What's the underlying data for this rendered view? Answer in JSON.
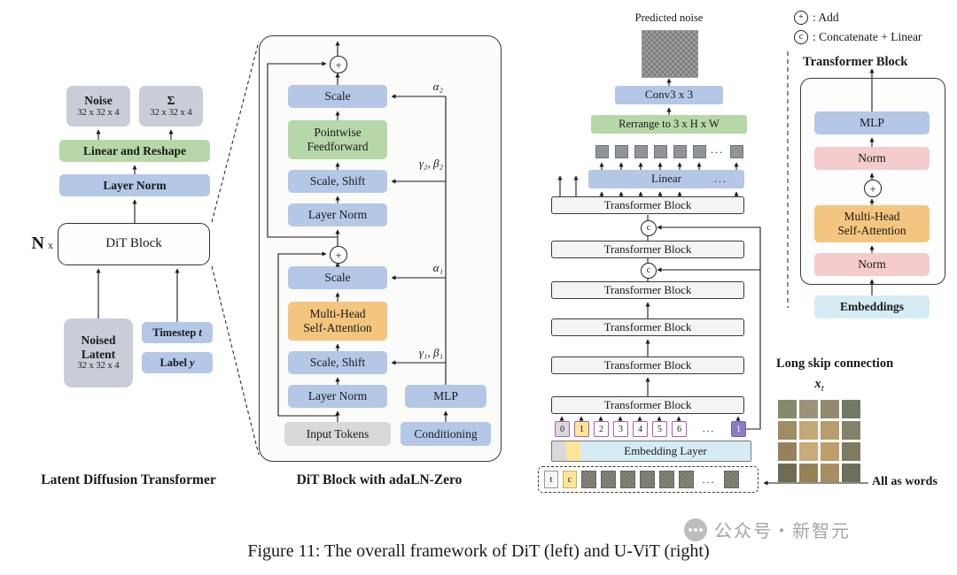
{
  "icons": {
    "add": "+",
    "concat": "c"
  },
  "left": {
    "noise_title": "Noise",
    "noise_dims": "32 x 32 x 4",
    "sigma_title": "Σ",
    "sigma_dims": "32 x 32 x 4",
    "linear_reshape": "Linear and Reshape",
    "layer_norm": "Layer Norm",
    "repeat_n": "N",
    "repeat_x": "x",
    "dit_block": "DiT Block",
    "noised_line1": "Noised",
    "noised_line2": "Latent",
    "noised_dims": "32 x 32 x 4",
    "timestep_label": "Timestep",
    "timestep_var": "t",
    "label_label": "Label",
    "label_var": "y",
    "caption": "Latent Diffusion Transformer"
  },
  "dit": {
    "scale_top": "Scale",
    "alpha2": "α₂",
    "pff1": "Pointwise",
    "pff2": "Feedforward",
    "scale_shift_top": "Scale, Shift",
    "gamma_beta2": "γ₂, β₂",
    "layer_norm_top": "Layer Norm",
    "scale_bottom": "Scale",
    "alpha1": "α₁",
    "mhsa1": "Multi-Head",
    "mhsa2": "Self-Attention",
    "scale_shift_bottom": "Scale, Shift",
    "gamma_beta1": "γ₁, β₁",
    "layer_norm_bottom": "Layer Norm",
    "input_tokens": "Input Tokens",
    "mlp": "MLP",
    "conditioning": "Conditioning",
    "caption": "DiT Block with adaLN-Zero"
  },
  "uvit": {
    "predicted_noise": "Predicted noise",
    "conv": "Conv3 x 3",
    "rerrange": "Rerrange to 3 x H x W",
    "linear": "Linear",
    "ellipsis": "...",
    "transformer_block": "Transformer Block",
    "tokens": [
      "0",
      "1",
      "2",
      "3",
      "4",
      "5",
      "6",
      "...",
      "1"
    ],
    "embedding_layer": "Embedding Layer",
    "input_t": "t",
    "input_c": "c",
    "long_skip_label": "Long skip connection",
    "xt_base": "x",
    "xt_sub": "t",
    "all_as_words": "All as words"
  },
  "legend": {
    "add_text": ": Add",
    "concat_text": ": Concatenate + Linear"
  },
  "right": {
    "title": "Transformer Block",
    "mlp": "MLP",
    "norm_top": "Norm",
    "mhsa1": "Multi-Head",
    "mhsa2": "Self-Attention",
    "norm_bottom": "Norm",
    "embeddings": "Embeddings"
  },
  "figure_caption": "Figure 11: The overall framework of DiT (left) and U-ViT (right)",
  "watermark": "公众号・新智元",
  "colors": {
    "blue": "#b4c7e7",
    "green": "#b6d7a8",
    "orange": "#f3c57e",
    "gray_box": "#c9cdd8",
    "pink": "#f4cccc",
    "cyan": "#d6ecf5",
    "token_border": "#b05ba6",
    "token_fill": "#8e7cc3"
  }
}
